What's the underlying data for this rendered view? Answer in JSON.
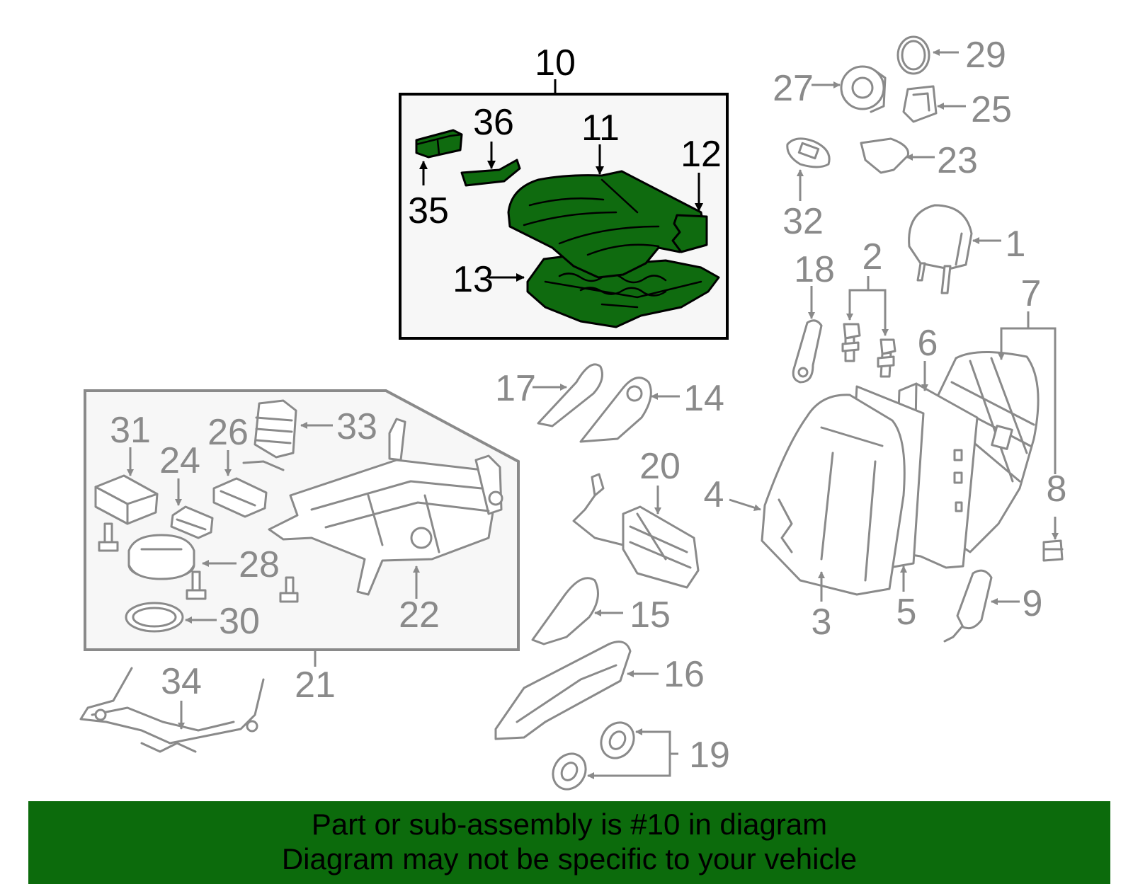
{
  "banner": {
    "line1": "Part or sub-assembly is #10 in diagram",
    "line2": "Diagram may not be specific to your vehicle",
    "background": "#0c6b0c"
  },
  "highlight_color": "#0f6b0f",
  "callouts": {
    "c1": "1",
    "c2": "2",
    "c3": "3",
    "c4": "4",
    "c5": "5",
    "c6": "6",
    "c7": "7",
    "c8": "8",
    "c9": "9",
    "c10": "10",
    "c11": "11",
    "c12": "12",
    "c13": "13",
    "c14": "14",
    "c15": "15",
    "c16": "16",
    "c17": "17",
    "c18": "18",
    "c19": "19",
    "c20": "20",
    "c21": "21",
    "c22": "22",
    "c23": "23",
    "c24": "24",
    "c25": "25",
    "c26": "26",
    "c27": "27",
    "c28": "28",
    "c29": "29",
    "c30": "30",
    "c31": "31",
    "c32": "32",
    "c33": "33",
    "c34": "34",
    "c35": "35",
    "c36": "36"
  }
}
